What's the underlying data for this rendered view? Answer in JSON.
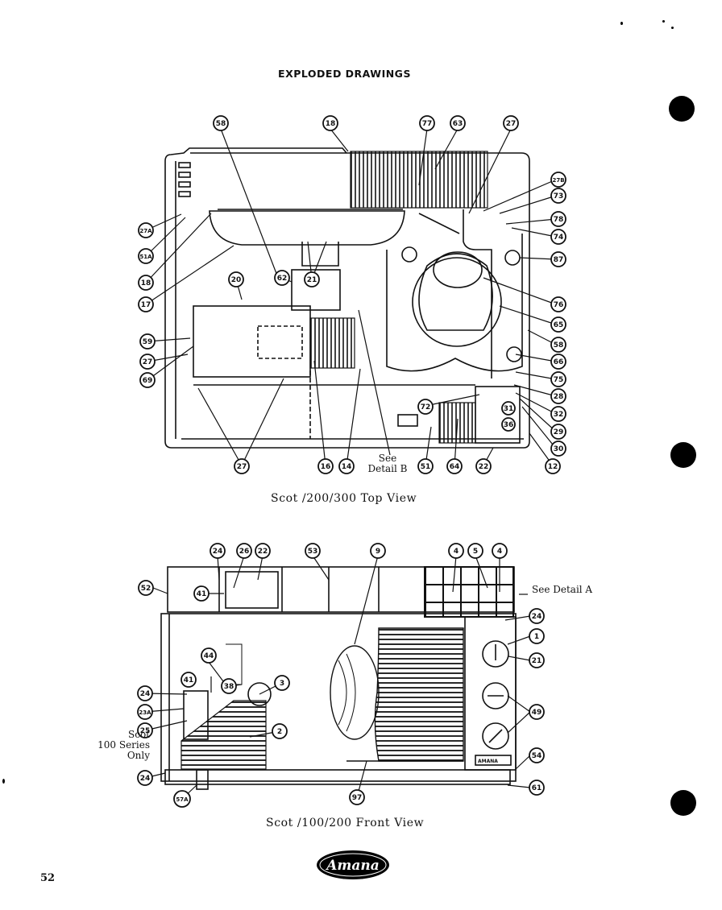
{
  "page": {
    "title": "EXPLODED DRAWINGS",
    "page_number": "52",
    "brand": "Amana"
  },
  "top_view": {
    "caption": "Scot /200/300 Top View",
    "note": "See Detail B",
    "callouts": [
      "58",
      "18",
      "77",
      "63",
      "27",
      "27B",
      "73",
      "78",
      "74",
      "87",
      "76",
      "65",
      "58",
      "66",
      "75",
      "28",
      "32",
      "29",
      "30",
      "12",
      "22",
      "64",
      "51",
      "14",
      "16",
      "27",
      "69",
      "27",
      "59",
      "20",
      "62",
      "21",
      "17",
      "18",
      "51A",
      "27A",
      "72",
      "31",
      "36"
    ]
  },
  "front_view": {
    "caption": "Scot /100/200 Front View",
    "note": "See Detail A",
    "side_note": "Scot\n100 Series\nOnly",
    "callouts": [
      "52",
      "24",
      "26",
      "22",
      "53",
      "9",
      "4",
      "5",
      "4",
      "41",
      "24",
      "1",
      "21",
      "44",
      "38",
      "3",
      "24",
      "23A",
      "25",
      "2",
      "49",
      "54",
      "24",
      "57A",
      "97",
      "61",
      "41"
    ]
  }
}
